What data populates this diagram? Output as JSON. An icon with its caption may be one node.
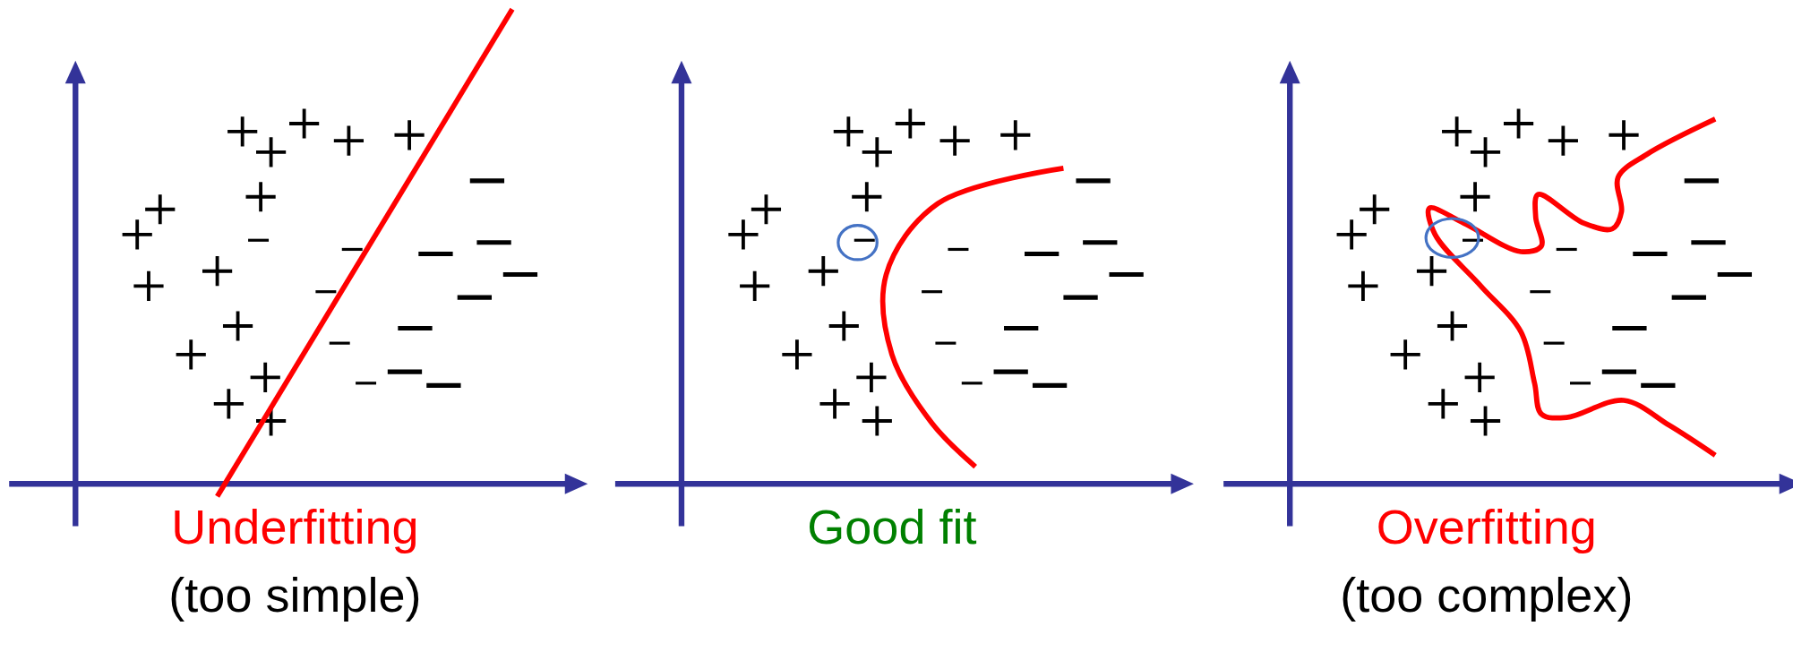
{
  "diagram": {
    "labels": [
      "Underfitting",
      "(too simple)",
      "Good fit",
      "Overfitting",
      "(too complex)"
    ]
  }
}
